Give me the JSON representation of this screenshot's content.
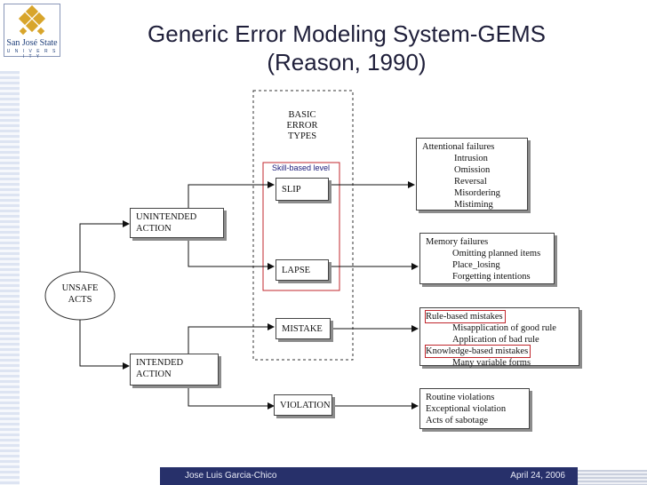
{
  "logo": {
    "name": "San José State",
    "sub": "U N I V E R S I T Y"
  },
  "title": {
    "line1": "Generic Error Modeling System-GEMS",
    "line2": "(Reason, 1990)"
  },
  "diagram": {
    "basic_error_types": [
      "BASIC",
      "ERROR",
      "TYPES"
    ],
    "skill_based_label": "Skill-based level",
    "unsafe_acts": [
      "UNSAFE",
      "ACTS"
    ],
    "unintended_action": [
      "UNINTENDED",
      "ACTION"
    ],
    "intended_action": [
      "INTENDED",
      "ACTION"
    ],
    "slip": "SLIP",
    "lapse": "LAPSE",
    "mistake": "MISTAKE",
    "violation": "VIOLATION",
    "attentional": {
      "heading": "Attentional failures",
      "items": [
        "Intrusion",
        "Omission",
        "Reversal",
        "Misordering",
        "Mistiming"
      ]
    },
    "memory": {
      "heading": "Memory failures",
      "items": [
        "Omitting planned items",
        "Place_losing",
        "Forgetting intentions"
      ]
    },
    "mistakes": {
      "rule_heading": "Rule-based mistakes",
      "rule_items": [
        "Misapplication of good rule",
        "Application of bad rule"
      ],
      "knowledge_heading": "Knowledge-based mistakes",
      "knowledge_items": [
        "Many variable forms"
      ]
    },
    "violations": {
      "items": [
        "Routine violations",
        "Exceptional violation",
        "Acts of sabotage"
      ]
    }
  },
  "footer": {
    "author": "Jose Luis Garcia-Chico",
    "date": "April 24, 2006"
  },
  "colors": {
    "footer_bg": "#27306a",
    "highlight": "#c0272d",
    "logo_gold": "#d8a52b",
    "logo_blue": "#1f3f7a"
  }
}
